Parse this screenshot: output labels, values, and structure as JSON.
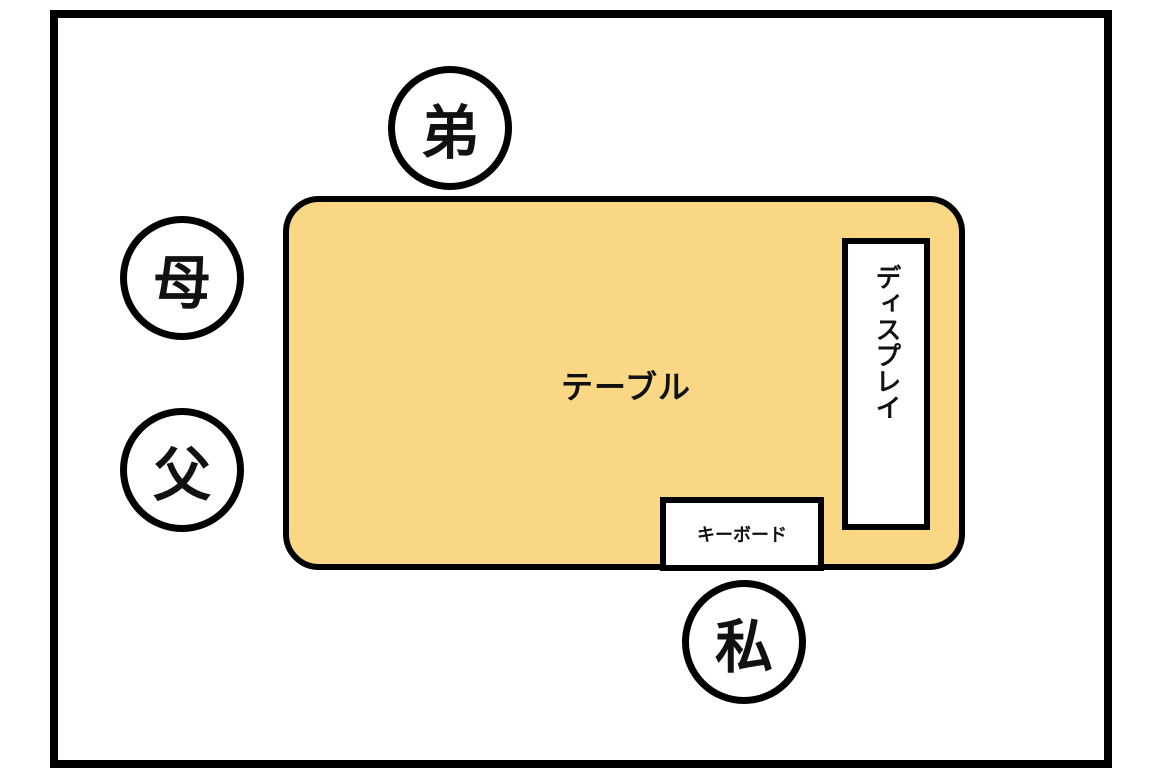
{
  "diagram": {
    "table_label": "テーブル",
    "display_label": "ディスプレイ",
    "keyboard_label": "キーボード",
    "people": {
      "brother": "弟",
      "mother": "母",
      "father": "父",
      "me": "私"
    },
    "colors": {
      "table_fill": "#f9d784",
      "outline": "#000000",
      "background": "#ffffff"
    }
  }
}
